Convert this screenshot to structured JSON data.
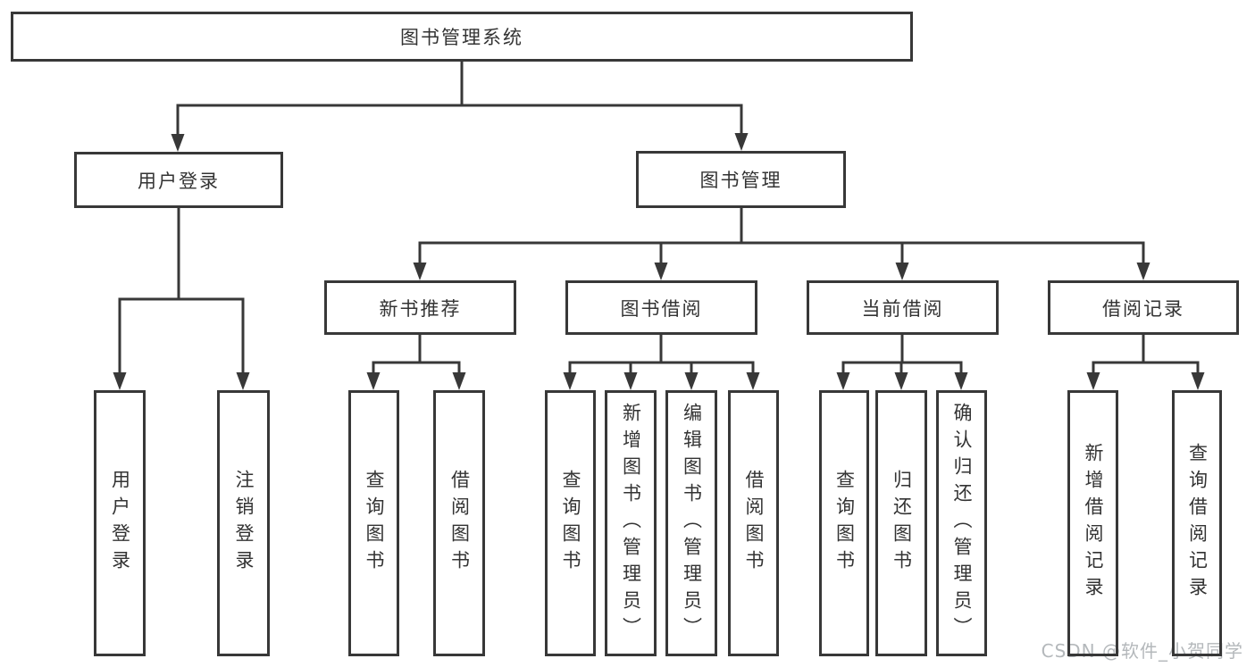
{
  "diagram": {
    "root": {
      "label": "图书管理系统",
      "children": [
        {
          "label": "用户登录",
          "children": [
            {
              "label": "用户登录"
            },
            {
              "label": "注销登录"
            }
          ]
        },
        {
          "label": "图书管理",
          "children": [
            {
              "label": "新书推荐",
              "children": [
                {
                  "label": "查询图书"
                },
                {
                  "label": "借阅图书"
                }
              ]
            },
            {
              "label": "图书借阅",
              "children": [
                {
                  "label": "查询图书"
                },
                {
                  "label": "新增图书（管理员）"
                },
                {
                  "label": "编辑图书（管理员）"
                },
                {
                  "label": "借阅图书"
                }
              ]
            },
            {
              "label": "当前借阅",
              "children": [
                {
                  "label": "查询图书"
                },
                {
                  "label": "归还图书"
                },
                {
                  "label": "确认归还（管理员）"
                }
              ]
            },
            {
              "label": "借阅记录",
              "children": [
                {
                  "label": "新增借阅记录"
                },
                {
                  "label": "查询借阅记录"
                }
              ]
            }
          ]
        }
      ]
    }
  },
  "watermark": {
    "text": "CSDN @软件_小贺同学"
  },
  "colors": {
    "line": "#383838",
    "text": "#333333",
    "watermark_color": "#b4b8bb",
    "background": "#ffffff"
  }
}
